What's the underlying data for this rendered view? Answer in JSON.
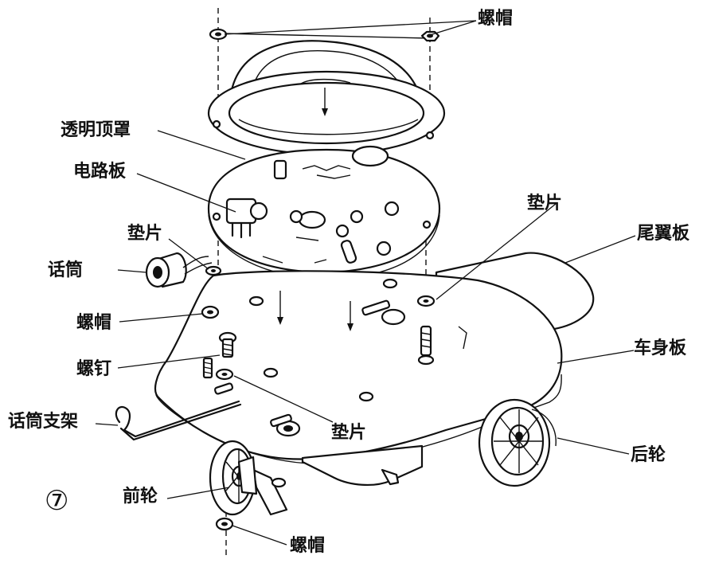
{
  "figure": {
    "number": "⑦",
    "labels": {
      "nut_top": "螺帽",
      "dome": "透明顶罩",
      "pcb": "电路板",
      "washer_left": "垫片",
      "mic": "话筒",
      "nut_mid": "螺帽",
      "screw": "螺钉",
      "mic_bracket": "话筒支架",
      "washer_right": "垫片",
      "tail_plate": "尾翼板",
      "body_plate": "车身板",
      "washer_bottom": "垫片",
      "rear_wheel": "后轮",
      "front_wheel": "前轮",
      "nut_bottom": "螺帽"
    }
  }
}
